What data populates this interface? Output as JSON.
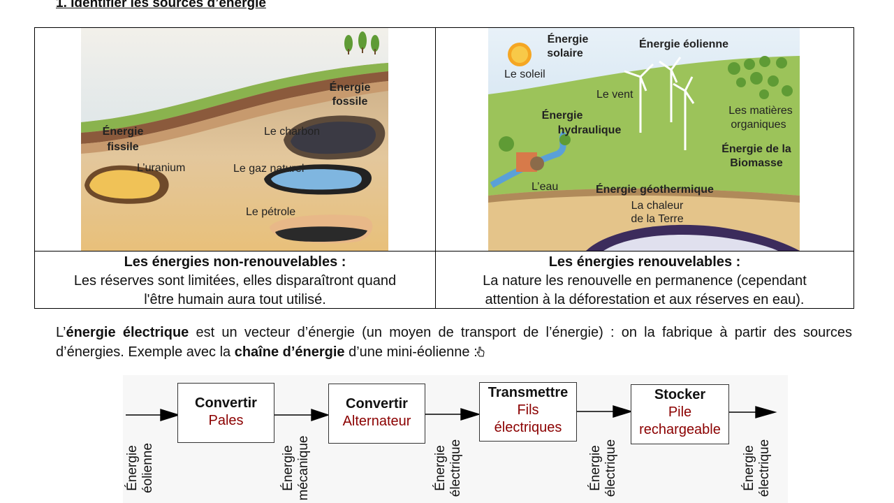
{
  "heading": "1. Identifier les sources d’énergie",
  "left_image": {
    "labels": {
      "fossil": [
        "Énergie",
        "fossile"
      ],
      "fissile": [
        "Énergie",
        "fissile"
      ],
      "coal": "Le charbon",
      "uranium": "L’uranium",
      "gas": "Le gaz naturel",
      "oil": "Le pétrole"
    }
  },
  "right_image": {
    "labels": {
      "solar": [
        "Énergie",
        "solaire"
      ],
      "sun": "Le soleil",
      "wind_energy": "Énergie éolienne",
      "wind": "Le vent",
      "hydro": [
        "Énergie",
        "hydraulique"
      ],
      "water": "L’eau",
      "organic": [
        "Les matières",
        "organiques"
      ],
      "biomass": [
        "Énergie de la",
        "Biomasse"
      ],
      "geothermal": "Énergie géothermique",
      "earth_heat": [
        "La chaleur",
        "de la Terre"
      ]
    }
  },
  "captions": {
    "left": {
      "title": "Les énergies non-renouvelables :",
      "line1": "Les réserves sont limitées, elles disparaîtront quand",
      "line2": "l'être humain aura tout utilisé."
    },
    "right": {
      "title": "Les énergies renouvelables :",
      "line1": "La nature les renouvelle en permanence (cependant",
      "line2": "attention à la déforestation et aux réserves en eau)."
    }
  },
  "paragraph": {
    "p1": "L’",
    "b1": "énergie électrique",
    "p2": " est un vecteur d’énergie (un moyen de transport de l’énergie) : on la fabrique à partir des sources d’énergies. Exemple avec la ",
    "b2": "chaîne d’énergie",
    "p3": " d’une mini-éolienne :"
  },
  "chain": {
    "boxes": [
      {
        "title": "Convertir",
        "sub": [
          "Pales"
        ]
      },
      {
        "title": "Convertir",
        "sub": [
          "Alternateur"
        ]
      },
      {
        "title": "Transmettre",
        "sub": [
          "Fils",
          "électriques"
        ]
      },
      {
        "title": "Stocker",
        "sub": [
          "Pile",
          "rechargeable"
        ]
      }
    ],
    "energies": [
      [
        "Énergie",
        "éolienne"
      ],
      [
        "Énergie",
        "mécanique"
      ],
      [
        "Énergie",
        "électrique"
      ],
      [
        "Énergie",
        "électrique"
      ],
      [
        "Énergie",
        "électrique"
      ]
    ]
  }
}
